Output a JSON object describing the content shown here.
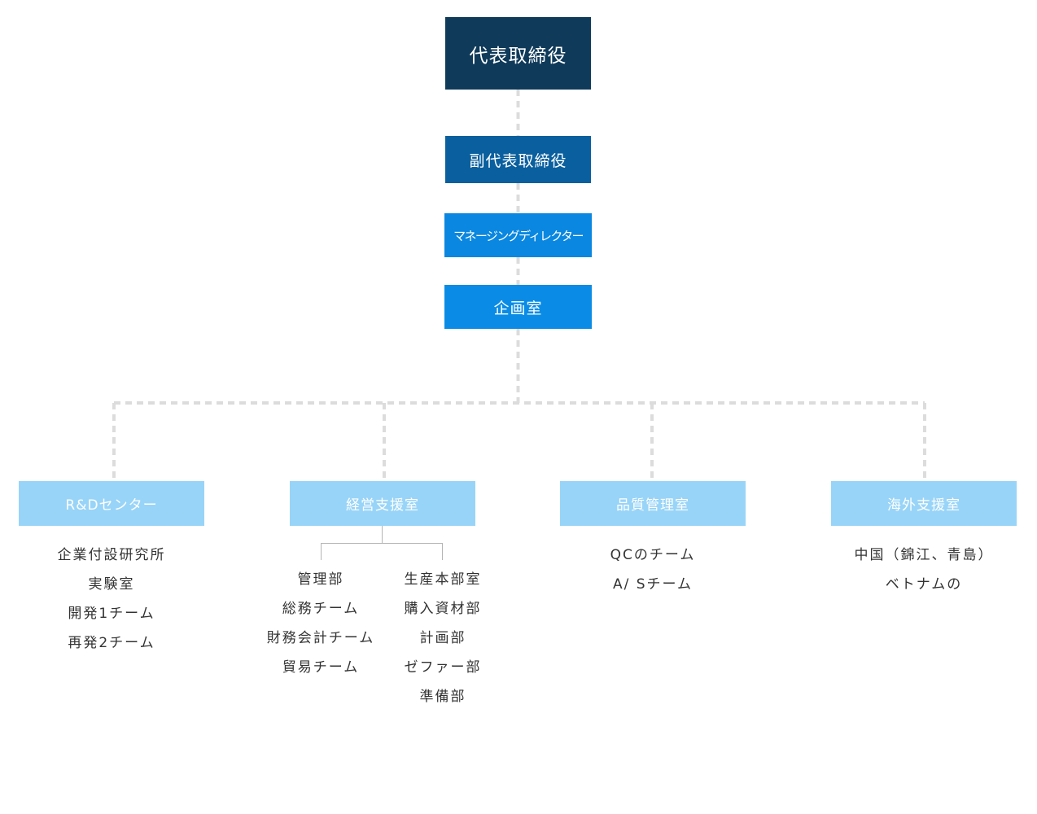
{
  "colors": {
    "ceo": "#0f3a5a",
    "vice_president": "#0a5f9e",
    "managing_director": "#0a87e0",
    "planning": "#0a8ce6",
    "departments": "#98d4f8",
    "dotted_connector": "#dcdcdc",
    "solid_connector": "#b5b5b5",
    "list_text": "#333333"
  },
  "org": {
    "ceo": "代表取締役",
    "vice_president": "副代表取締役",
    "managing_director": "マネージングディレクター",
    "planning": "企画室",
    "departments": [
      {
        "name": "R&Dセンター",
        "items": [
          "企業付設研究所",
          "実験室",
          "開発1チーム",
          "再発2チーム"
        ]
      },
      {
        "name": "経営支援室",
        "items_left": [
          "管理部",
          "総務チーム",
          "財務会計チーム",
          "貿易チーム"
        ],
        "items_right": [
          "生産本部室",
          "購入資材部",
          "計画部",
          "ゼファー部",
          "準備部"
        ]
      },
      {
        "name": "品質管理室",
        "items": [
          "QCのチーム",
          "A/ Sチーム"
        ]
      },
      {
        "name": "海外支援室",
        "items": [
          "中国（錦江、青島）",
          "ベトナムの"
        ]
      }
    ]
  }
}
